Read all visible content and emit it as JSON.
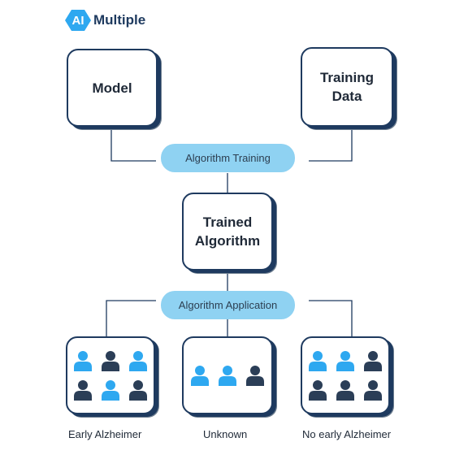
{
  "logo": {
    "badge": "AI",
    "name": "Multiple"
  },
  "nodes": {
    "model": "Model",
    "training_data_line1": "Training",
    "training_data_line2": "Data",
    "trained_line1": "Trained",
    "trained_line2": "Algorithm"
  },
  "pills": {
    "training": "Algorithm Training",
    "application": "Algorithm Application"
  },
  "groups": [
    {
      "label": "Early Alzheimer",
      "people": [
        "light",
        "dark",
        "light",
        "dark",
        "light",
        "dark"
      ]
    },
    {
      "label": "Unknown",
      "people": [
        "light",
        "light",
        "dark"
      ]
    },
    {
      "label": "No early Alzheimer",
      "people": [
        "light",
        "light",
        "dark",
        "dark",
        "dark",
        "dark"
      ]
    }
  ],
  "colors": {
    "light": "#2ea8f0",
    "dark": "#2b3e57",
    "pill": "#8fd2f2",
    "border": "#1e3a5f"
  }
}
